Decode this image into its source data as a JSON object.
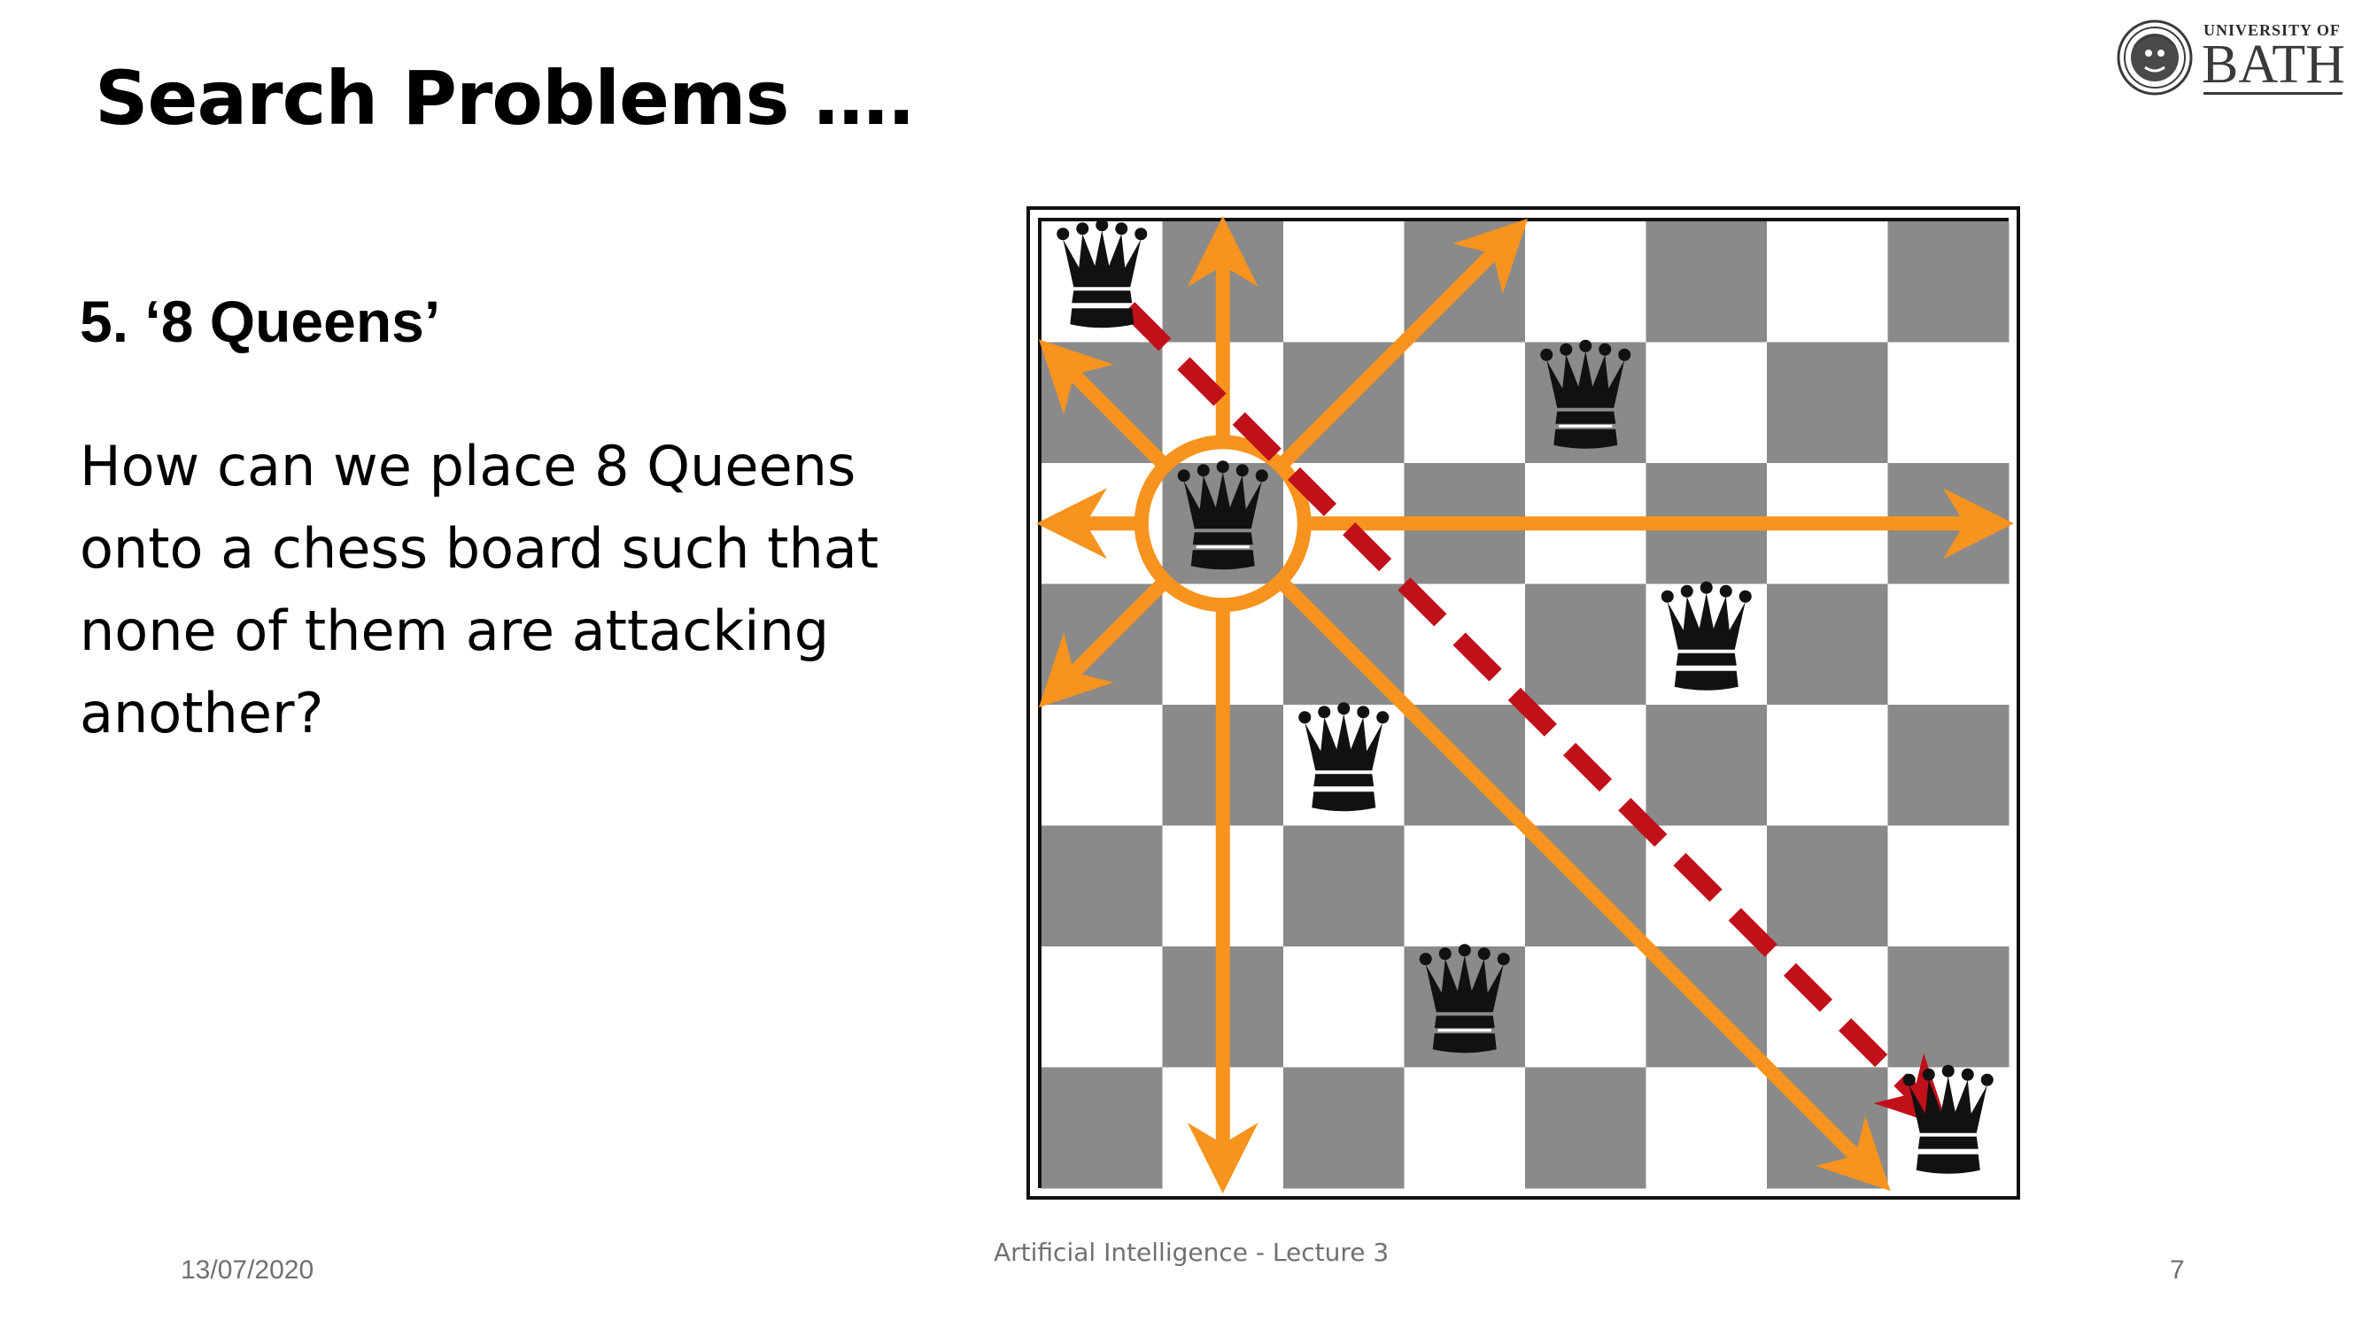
{
  "slide": {
    "title": "Search Problems ….",
    "subheading": "5. ‘8 Queens’",
    "body_lines": [
      "How can we place 8 Queens",
      "onto a chess board such that",
      "none of them are attacking",
      "another?"
    ]
  },
  "logo": {
    "line1": "UNIVERSITY OF",
    "line2": "BATH"
  },
  "footer": {
    "date": "13/07/2020",
    "center": "Artificial Intelligence - Lecture 3",
    "page": "7"
  },
  "board": {
    "rows": 8,
    "cols": 8,
    "queens": [
      {
        "row": 0,
        "col": 0
      },
      {
        "row": 1,
        "col": 4
      },
      {
        "row": 2,
        "col": 1
      },
      {
        "row": 3,
        "col": 5
      },
      {
        "row": 4,
        "col": 2
      },
      {
        "row": 6,
        "col": 3
      },
      {
        "row": 7,
        "col": 7
      }
    ],
    "highlighted_queen": {
      "row": 2,
      "col": 1
    },
    "attack_directions": [
      "up",
      "down",
      "left",
      "right",
      "up-left",
      "up-right",
      "down-left",
      "down-right"
    ],
    "conflict_line": {
      "from": {
        "row": 0,
        "col": 0
      },
      "to": {
        "row": 7,
        "col": 7
      }
    },
    "colors": {
      "dark_square": "#8a8a8a",
      "light_square": "#ffffff",
      "attack_arrow": "#f7931e",
      "conflict_line": "#c0101a",
      "queen": "#111111"
    }
  }
}
